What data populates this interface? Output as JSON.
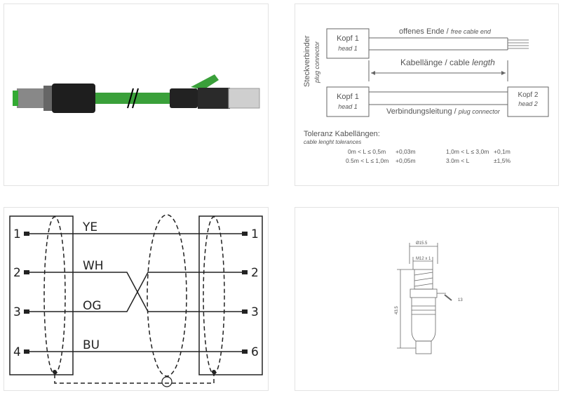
{
  "product_image": {
    "colors": {
      "cable": "#3aa03a",
      "body": "#222222"
    }
  },
  "length_diagram": {
    "side_label_de": "Steckverbinder",
    "side_label_en": "plug connector",
    "head1_de": "Kopf 1",
    "head1_en": "head 1",
    "head2_de": "Kopf 2",
    "head2_en": "head 2",
    "open_end_de": "offenes Ende /",
    "open_end_en": "free cable end",
    "cable_length_de": "Kabellänge / cable",
    "cable_length_en": "length",
    "connection_de": "Verbindungsleitung /",
    "connection_en": "plug connector",
    "tolerance_title": "Toleranz Kabellängen:",
    "tolerance_subtitle": "cable lenght tolerances",
    "tolerances": [
      {
        "range": "0m < L ≤ 0,5m",
        "value": "+0,03m"
      },
      {
        "range": "0.5m < L ≤ 1,0m",
        "value": "+0,05m"
      },
      {
        "range": "1,0m < L ≤ 3,0m",
        "value": "+0,1m"
      },
      {
        "range": "3.0m < L",
        "value": "±1,5%"
      }
    ]
  },
  "wiring": {
    "wires": [
      {
        "left_pin": "1",
        "color": "YE",
        "right_pin": "1"
      },
      {
        "left_pin": "2",
        "color": "WH",
        "right_pin": "2"
      },
      {
        "left_pin": "3",
        "color": "OG",
        "right_pin": "3"
      },
      {
        "left_pin": "4",
        "color": "BU",
        "right_pin": "6"
      }
    ]
  },
  "dimensions": {
    "diameter": "Ø15.5",
    "thread": "M12 x 1",
    "wrench": "13",
    "length": "43.5"
  }
}
